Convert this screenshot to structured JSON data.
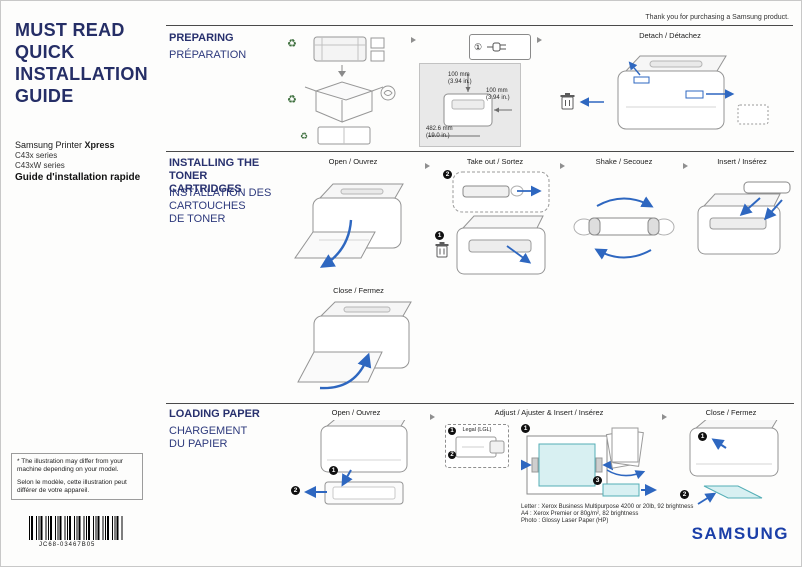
{
  "header": {
    "thank_you": "Thank you for purchasing a Samsung product."
  },
  "sidebar": {
    "title": "MUST READ\nQUICK\nINSTALLATION\nGUIDE",
    "product_prefix": "Samsung Printer ",
    "product_name": "Xpress",
    "series": "C43x series\nC43xW series",
    "subtitle_fr": "Guide d'installation rapide",
    "footnote_en": "* The illustration may differ from your machine depending on your model.",
    "footnote_fr": "Selon le modèle, cette illustration peut différer de votre appareil.",
    "barcode": "JC68-03467B05"
  },
  "preparing": {
    "title_en": "PREPARING",
    "title_fr": "PRÉPARATION",
    "callout_step": "①",
    "detach_label": "Detach / Détachez",
    "dims": {
      "top": "100 mm\n(3.94 in.)",
      "side": "100 mm\n(3.94 in.)",
      "front": "482.6 mm\n(19.0 in.)"
    }
  },
  "toner": {
    "title_en": "INSTALLING THE\nTONER CARTRIDGES",
    "title_fr": "INSTALLATION DES\nCARTOUCHES\nDE TONER",
    "steps": [
      "Open / Ouvrez",
      "Take out / Sortez",
      "Shake / Secouez",
      "Insert / Insérez"
    ],
    "close_label": "Close / Fermez"
  },
  "loading": {
    "title_en": "LOADING PAPER",
    "title_fr": "CHARGEMENT\nDU PAPIER",
    "steps": [
      "Open / Ouvrez",
      "Adjust / Ajuster & Insert / Insérez",
      "Close / Fermez"
    ],
    "legal_label": "Legal (LGL)",
    "notes": "Letter :  Xerox Business Multipurpose 4200 or 20lb, 92 brightness\nA4 :  Xerox Premier or 80g/m², 82 brightness\nPhoto :  Glossy Laser Paper (HP)"
  },
  "badges": {
    "n1": "1",
    "n2": "2",
    "n3": "3"
  },
  "icons": {
    "recycle": "♻"
  },
  "footer": {
    "logo": "SAMSUNG"
  },
  "colors": {
    "brand_navy": "#28316e",
    "samsung_blue": "#1b3fa8",
    "accent_blue": "#2e67c0",
    "paper_cyan": "#d8f0f2"
  }
}
